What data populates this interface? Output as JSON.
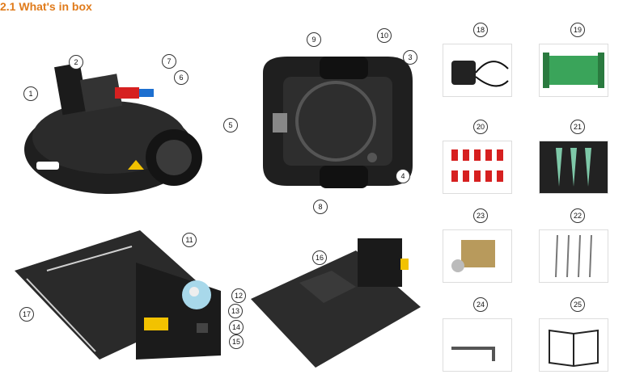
{
  "section_title": "2.1 What's in box",
  "callouts": [
    "1",
    "2",
    "3",
    "4",
    "5",
    "6",
    "7",
    "8",
    "9",
    "10",
    "11",
    "12",
    "13",
    "14",
    "15",
    "16",
    "17",
    "18",
    "19",
    "20",
    "21",
    "22",
    "23",
    "24",
    "25"
  ],
  "colors": {
    "title": "#e07b1b",
    "body": "#1f1f1f",
    "accent_red": "#d62020",
    "accent_blue": "#1d6fd0",
    "warning": "#f2c200",
    "green_wire": "#3aa45a",
    "mint": "#7ec8a8"
  }
}
